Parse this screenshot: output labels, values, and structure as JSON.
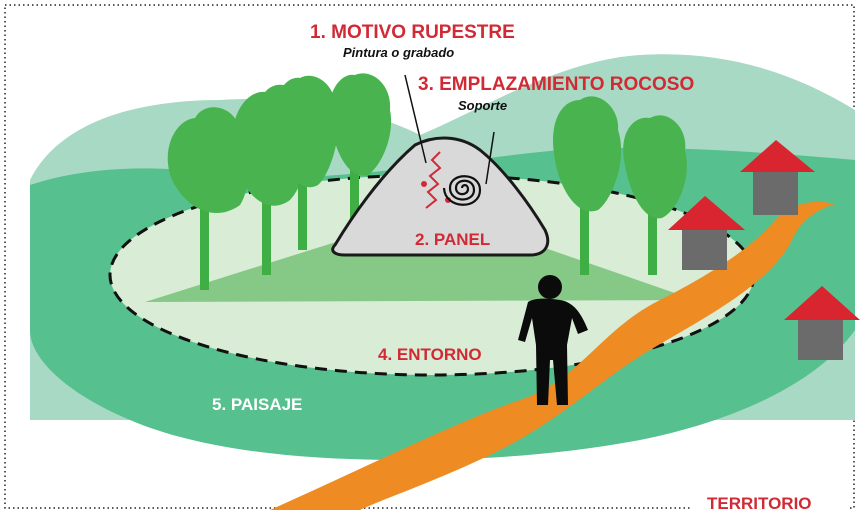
{
  "labels": {
    "motivo": "1. MOTIVO RUPESTRE",
    "motivo_sub": "Pintura o grabado",
    "emplazamiento": "3. EMPLAZAMIENTO ROCOSO",
    "emplazamiento_sub": "Soporte",
    "panel": "2. PANEL",
    "entorno": "4. ENTORNO",
    "paisaje": "5. PAISAJE",
    "territorio": "TERRITORIO"
  },
  "colors": {
    "background_hill": "#a8d9c4",
    "landscape": "#56c08f",
    "entorno_area": "#d8ecd6",
    "inner_hill": "#86c886",
    "tree_foliage": "#48b34f",
    "tree_trunk": "#3fae44",
    "rock": "#d9d9d9",
    "rock_outline": "#1a1a1a",
    "path": "#ee8b22",
    "house_roof": "#d8252f",
    "house_wall": "#6b6b6b",
    "person": "#0b0b0b",
    "label_red": "#d12a35",
    "label_white": "#ffffff"
  },
  "icons": [
    "tree-icon",
    "rock-icon",
    "spiral-engraving-icon",
    "zigzag-painting-icon",
    "person-icon",
    "house-icon",
    "path-icon"
  ]
}
